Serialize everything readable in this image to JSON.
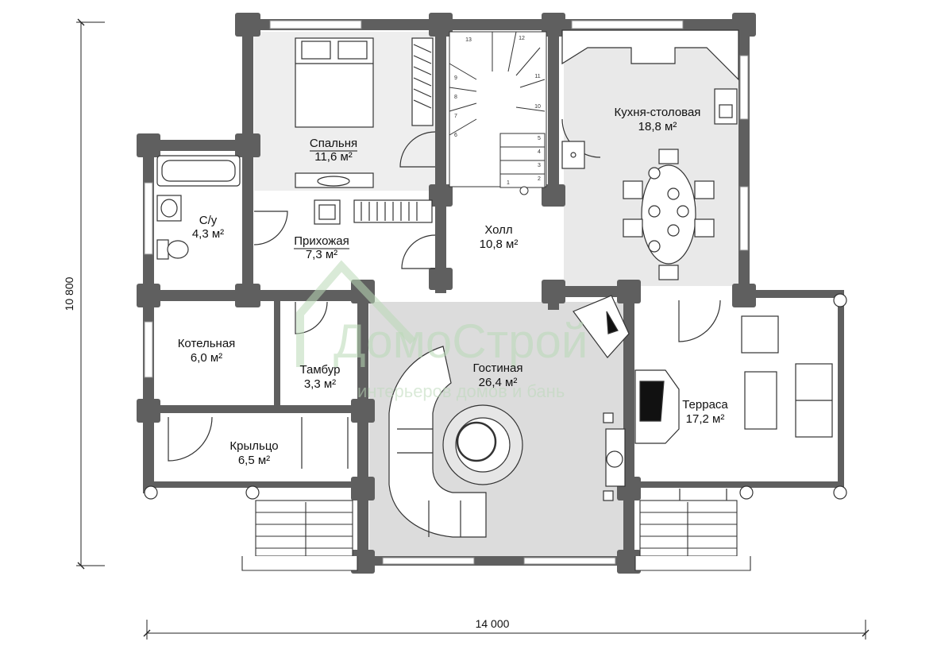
{
  "dimensions": {
    "width_label": "14 000",
    "height_label": "10 800"
  },
  "rooms": [
    {
      "id": "bedroom",
      "name": "Спальня",
      "area": "11,6 м²"
    },
    {
      "id": "bathroom",
      "name": "С/у",
      "area": "4,3 м²"
    },
    {
      "id": "entrance",
      "name": "Прихожая",
      "area": "7,3 м²"
    },
    {
      "id": "hall",
      "name": "Холл",
      "area": "10,8 м²"
    },
    {
      "id": "kitchen",
      "name": "Кухня-столовая",
      "area": "18,8 м²"
    },
    {
      "id": "boiler",
      "name": "Котельная",
      "area": "6,0 м²"
    },
    {
      "id": "vestibule",
      "name": "Тамбур",
      "area": "3,3 м²"
    },
    {
      "id": "living",
      "name": "Гостиная",
      "area": "26,4 м²"
    },
    {
      "id": "terrace",
      "name": "Терраса",
      "area": "17,2 м²"
    },
    {
      "id": "porch",
      "name": "Крыльцо",
      "area": "6,5 м²"
    }
  ],
  "watermark": {
    "brand": "ДомоСтрой",
    "tagline": "интерьеров домов и бань"
  },
  "stairs": {
    "steps": [
      "13",
      "12",
      "11",
      "10",
      "9",
      "8",
      "7",
      "6",
      "5",
      "4",
      "3",
      "2",
      "1"
    ]
  },
  "colors": {
    "wall": "#5f5f5f",
    "floor_gray": "#dcdcdc",
    "line": "#333333",
    "watermark": "#b9d9b6"
  }
}
